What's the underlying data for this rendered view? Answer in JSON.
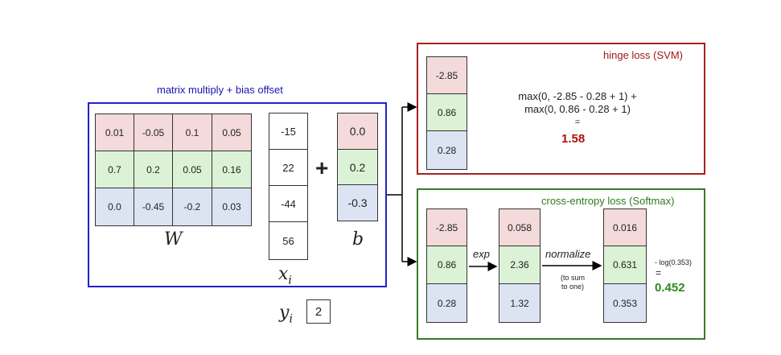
{
  "left_panel": {
    "title": "matrix multiply + bias offset",
    "title_color": "#1a14b4",
    "frame_color": "#2222cc"
  },
  "W": {
    "label": "W",
    "rows": [
      [
        "0.01",
        "-0.05",
        "0.1",
        "0.05"
      ],
      [
        "0.7",
        "0.2",
        "0.05",
        "0.16"
      ],
      [
        "0.0",
        "-0.45",
        "-0.2",
        "0.03"
      ]
    ]
  },
  "x": {
    "label": "x",
    "subscript": "i",
    "values": [
      "-15",
      "22",
      "-44",
      "56"
    ]
  },
  "plus": "+",
  "b": {
    "label": "b",
    "values": [
      "0.0",
      "0.2",
      "-0.3"
    ]
  },
  "y": {
    "label": "y",
    "subscript": "i",
    "value": "2"
  },
  "svm": {
    "title": "hinge loss (SVM)",
    "title_color": "#a01818",
    "frame_color": "#a82020",
    "scores": [
      "-2.85",
      "0.86",
      "0.28"
    ],
    "formula_line1": "max(0, -2.85 - 0.28 + 1) +",
    "formula_line2": "max(0, 0.86 - 0.28 + 1)",
    "equals": "=",
    "result": "1.58",
    "result_color": "#b01010"
  },
  "softmax": {
    "title": "cross-entropy loss (Softmax)",
    "title_color": "#2e7a1e",
    "frame_color": "#3a7a2a",
    "scores": [
      "-2.85",
      "0.86",
      "0.28"
    ],
    "exp_label": "exp",
    "exp_values": [
      "0.058",
      "2.36",
      "1.32"
    ],
    "normalize_label": "normalize",
    "normalize_note_line1": "(to sum",
    "normalize_note_line2": "to one)",
    "probs": [
      "0.016",
      "0.631",
      "0.353"
    ],
    "loss_formula": "- log(0.353)",
    "equals": "=",
    "result": "0.452",
    "result_color": "#2e8a1e"
  }
}
